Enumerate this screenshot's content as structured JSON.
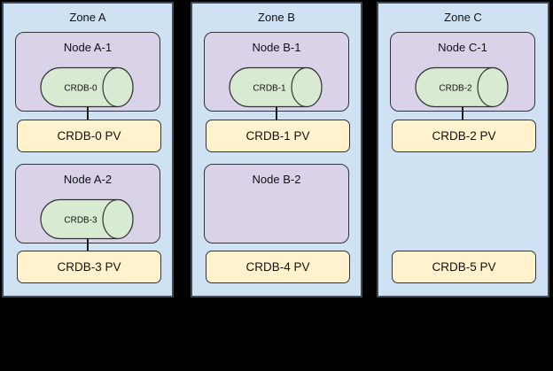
{
  "diagram": {
    "type": "infrastructure-topology",
    "background_color": "#000000",
    "zone_fill": "#cfe2f3",
    "zone_border": "#3e4a57",
    "node_fill": "#d9d2e9",
    "node_border": "#333333",
    "pod_cylinder_fill": "#d9ead3",
    "pod_cylinder_border": "#333333",
    "pv_fill": "#fff2cc",
    "pv_border": "#333333"
  },
  "zones": [
    {
      "label": "Zone A",
      "nodes": [
        {
          "label": "Node A-1",
          "pod": "CRDB-0",
          "connected_pv": "CRDB-0 PV"
        },
        {
          "label": "Node A-2",
          "pod": "CRDB-3",
          "connected_pv": "CRDB-3 PV"
        }
      ],
      "pvs": [
        {
          "label": "CRDB-0 PV"
        },
        {
          "label": "CRDB-3 PV"
        }
      ]
    },
    {
      "label": "Zone B",
      "nodes": [
        {
          "label": "Node B-1",
          "pod": "CRDB-1",
          "connected_pv": "CRDB-1 PV"
        },
        {
          "label": "Node B-2",
          "pod": null,
          "connected_pv": null
        }
      ],
      "pvs": [
        {
          "label": "CRDB-1 PV"
        },
        {
          "label": "CRDB-4 PV"
        }
      ]
    },
    {
      "label": "Zone C",
      "nodes": [
        {
          "label": "Node C-1",
          "pod": "CRDB-2",
          "connected_pv": "CRDB-2 PV"
        }
      ],
      "pvs": [
        {
          "label": "CRDB-2 PV"
        },
        {
          "label": "CRDB-5 PV"
        }
      ]
    }
  ]
}
